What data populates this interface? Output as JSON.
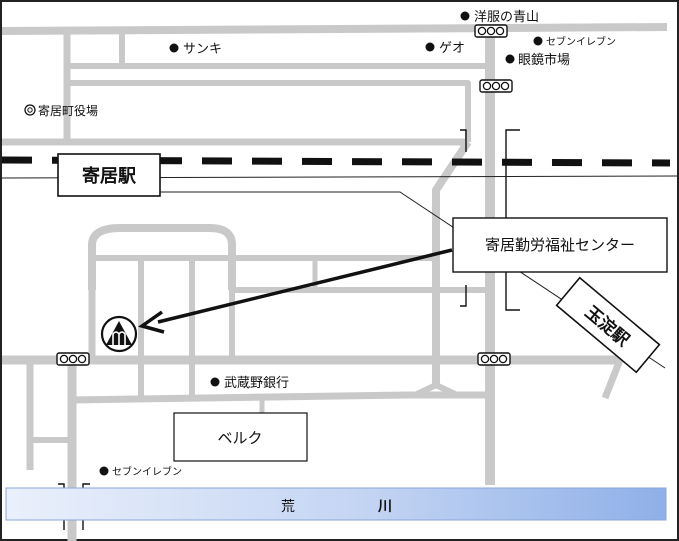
{
  "stations": {
    "yorii": "寄居駅",
    "tamayodo": "玉淀駅"
  },
  "facility": {
    "name": "寄居勤労福祉センター"
  },
  "river": {
    "name_left": "荒",
    "name_right": "川"
  },
  "buildings": {
    "beruku": "ベルク"
  },
  "landmarks": {
    "yofuku_aoyama": "洋服の青山",
    "sanki": "サンキ",
    "geo": "ゲオ",
    "seven_eleven_top": "セブンイレブン",
    "eyeglass_market": "眼鏡市場",
    "town_office": "寄居町役場",
    "musashino_bank": "武蔵野銀行",
    "seven_eleven_bottom": "セブンイレブン"
  },
  "colors": {
    "road": "#c9c9c9",
    "river_left": "#e6ecf8",
    "river_right": "#8fb0e8",
    "railway": "#111111"
  },
  "icons": {
    "traffic_signal": "traffic-signal-icon",
    "facility_symbol": "facility-marker-icon",
    "landmark_dot": "landmark-dot-icon",
    "town_office_symbol": "town-office-icon"
  }
}
